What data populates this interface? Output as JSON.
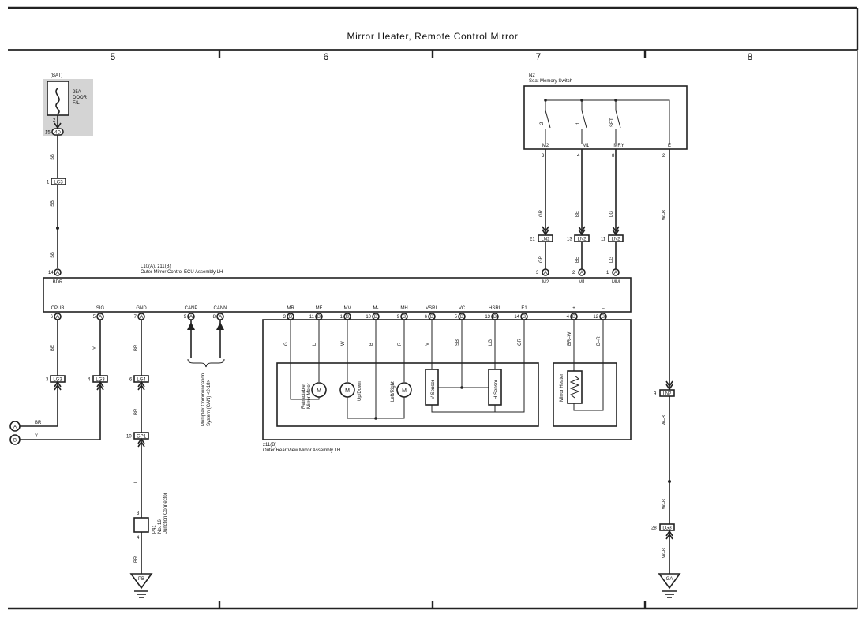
{
  "title": "Mirror Heater,  Remote Control Mirror",
  "columns": [
    "5",
    "6",
    "7",
    "8"
  ],
  "fuse": {
    "top_label": "(BAT)",
    "rating": "25A",
    "name_line1": "DOOR",
    "name_line2": "F/L",
    "pin": "2",
    "conn_pin": "15",
    "conn": "4D"
  },
  "left_wire": {
    "c1": "SB",
    "lg3_pin": "1",
    "lg3": "LG3",
    "c2": "SB",
    "c3": "SB"
  },
  "ecu": {
    "ref": "L10(A), z11(B)",
    "name": "Outer Mirror Control ECU Assembly LH",
    "bdr_pin": "14",
    "bdr_conn": "A",
    "bdr": "BDR",
    "top_pins": [
      {
        "pin": "3",
        "conn": "A",
        "name": "M2"
      },
      {
        "pin": "2",
        "conn": "A",
        "name": "M1"
      },
      {
        "pin": "1",
        "conn": "A",
        "name": "MM"
      }
    ],
    "bottom_pins": [
      {
        "pin": "6",
        "conn": "A",
        "name": "CPUB"
      },
      {
        "pin": "5",
        "conn": "A",
        "name": "SIG"
      },
      {
        "pin": "7",
        "conn": "A",
        "name": "GND"
      },
      {
        "pin": "9",
        "conn": "A",
        "name": "CANP"
      },
      {
        "pin": "8",
        "conn": "A",
        "name": "CANN"
      },
      {
        "pin": "3",
        "conn": "B",
        "name": "MR"
      },
      {
        "pin": "11",
        "conn": "B",
        "name": "MF"
      },
      {
        "pin": "1",
        "conn": "B",
        "name": "MV"
      },
      {
        "pin": "10",
        "conn": "B",
        "name": "M-"
      },
      {
        "pin": "9",
        "conn": "B",
        "name": "MH"
      },
      {
        "pin": "6",
        "conn": "B",
        "name": "VSRL"
      },
      {
        "pin": "5",
        "conn": "B",
        "name": "VC"
      },
      {
        "pin": "13",
        "conn": "B",
        "name": "HSRL"
      },
      {
        "pin": "14",
        "conn": "B",
        "name": "E1"
      },
      {
        "pin": "4",
        "conn": "B",
        "name": "+"
      },
      {
        "pin": "12",
        "conn": "B",
        "name": "–"
      }
    ]
  },
  "mirror_wires": [
    "G",
    "L",
    "W",
    "B",
    "R",
    "V",
    "SB",
    "LG",
    "GR",
    "BR–W",
    "B–R"
  ],
  "mirror_parts": {
    "retract_1": "Retractable",
    "retract_2": "Mirror Motor",
    "updown": "Up/Down",
    "leftright": "Left/Right",
    "motor": "M",
    "vsensor": "V Sensor",
    "hsensor": "H Sensor",
    "heater": "Mirror Heater"
  },
  "mirror_assembly": {
    "ref": "z11(B)",
    "name": "Outer Rear View Mirror Assembly LH"
  },
  "switch": {
    "ref": "N2",
    "name": "Seat Memory Switch",
    "sw_labels": [
      "2",
      "1",
      "SET"
    ],
    "terms": [
      "M2",
      "M1",
      "MRY",
      "E"
    ],
    "pins": [
      "3",
      "4",
      "8",
      "2"
    ]
  },
  "switch_wires": [
    {
      "upper": "GR",
      "lower": "GR",
      "pin": "21",
      "conn": "LN2"
    },
    {
      "upper": "BE",
      "lower": "BE",
      "pin": "13",
      "conn": "LN2"
    },
    {
      "upper": "LG",
      "lower": "LG",
      "pin": "11",
      "conn": "LN2"
    }
  ],
  "branch_cpub": {
    "c1": "BE",
    "pin": "3",
    "conn": "LG3",
    "c2": "BR",
    "off": "A"
  },
  "branch_sig": {
    "c1": "Y",
    "pin": "4",
    "conn": "LG3",
    "c2": "Y",
    "off": "B"
  },
  "gnd_wire": {
    "c1": "BR",
    "lg4_pin": "6",
    "lg4": "LG4",
    "c2": "BR",
    "gp1_pin": "10",
    "gp1": "GP1",
    "c3": "L",
    "jc_pin_top": "3",
    "jc_pin_bot": "4",
    "jc_ref": "P41",
    "jc_name1": "No. 16",
    "jc_name2": "Junction Connector",
    "c4": "BR",
    "ground": "PB"
  },
  "can": {
    "line1": "Multiplex Communication",
    "line2": "System (CAN) <2-18>"
  },
  "e_wire": {
    "c1": "W–B",
    "ln2_pin": "9",
    "ln2": "LN2",
    "c2": "W–B",
    "c3": "W–B",
    "lg3_pin": "28",
    "lg3": "LG3",
    "c4": "W–B",
    "ground": "GA"
  }
}
